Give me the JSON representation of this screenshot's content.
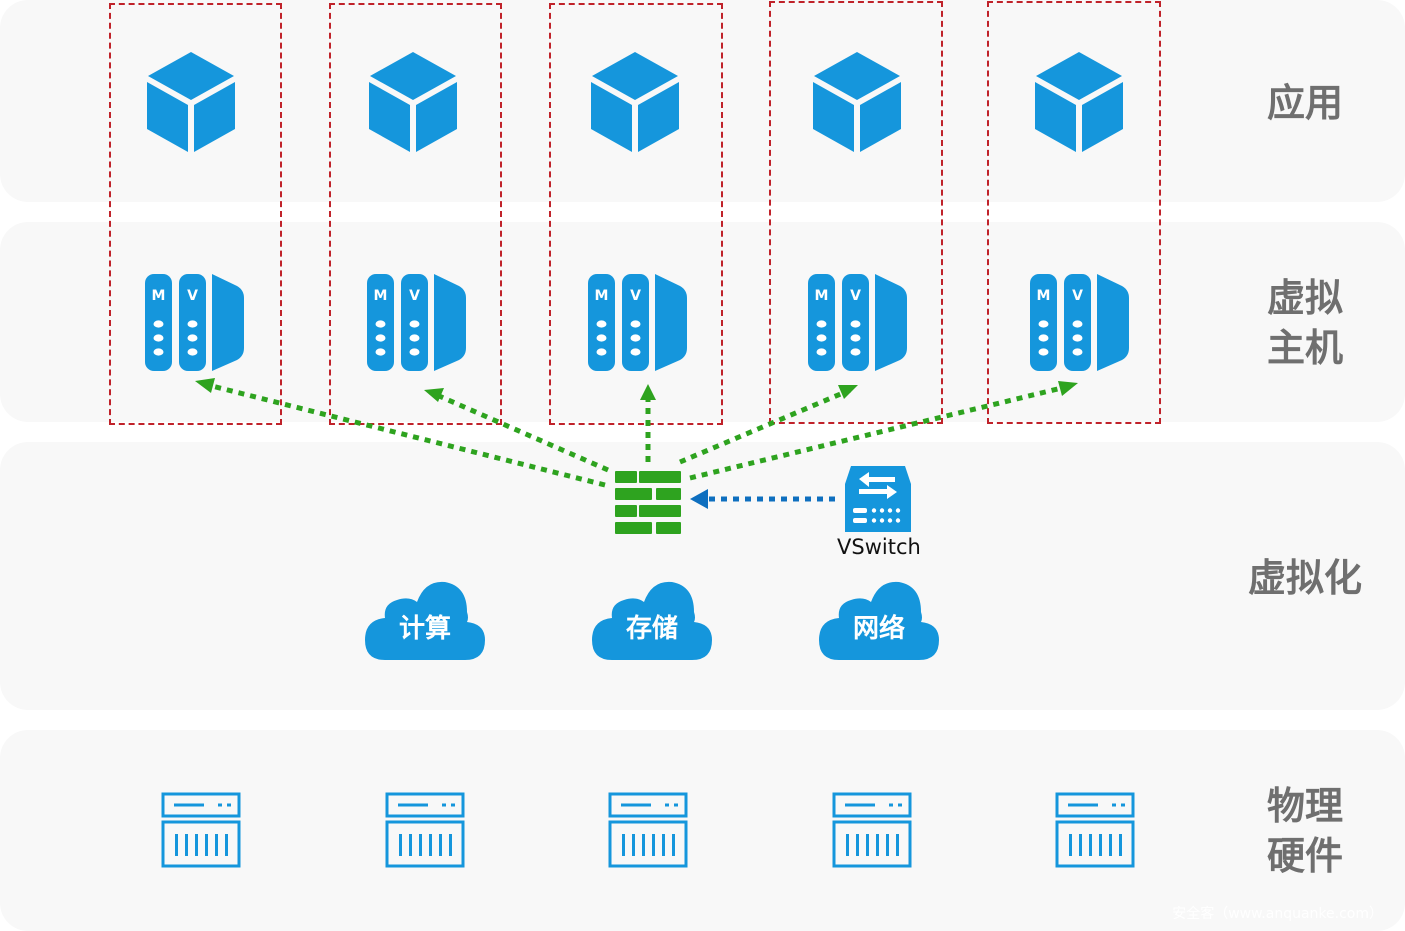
{
  "layers": [
    {
      "id": "app",
      "label": "应用"
    },
    {
      "id": "vm",
      "label": "虚拟\n主机"
    },
    {
      "id": "virtualization",
      "label": "虚拟化"
    },
    {
      "id": "hardware",
      "label": "物理\n硬件"
    }
  ],
  "groups_count": 5,
  "vm_icon": {
    "left_letter": "M",
    "right_letter": "V"
  },
  "clouds": [
    {
      "label": "计算"
    },
    {
      "label": "存储"
    },
    {
      "label": "网络"
    }
  ],
  "vswitch_label": "VSwitch",
  "watermark": "安全客（www.anquanke.com）",
  "colors": {
    "icon_blue": "#1596dc",
    "firewall_green": "#2ea31f",
    "dash_red": "#c0222a",
    "arrow_blue": "#0e6fbf",
    "label_gray": "#6f6f6f",
    "layer_bg": "#f8f8f8"
  }
}
